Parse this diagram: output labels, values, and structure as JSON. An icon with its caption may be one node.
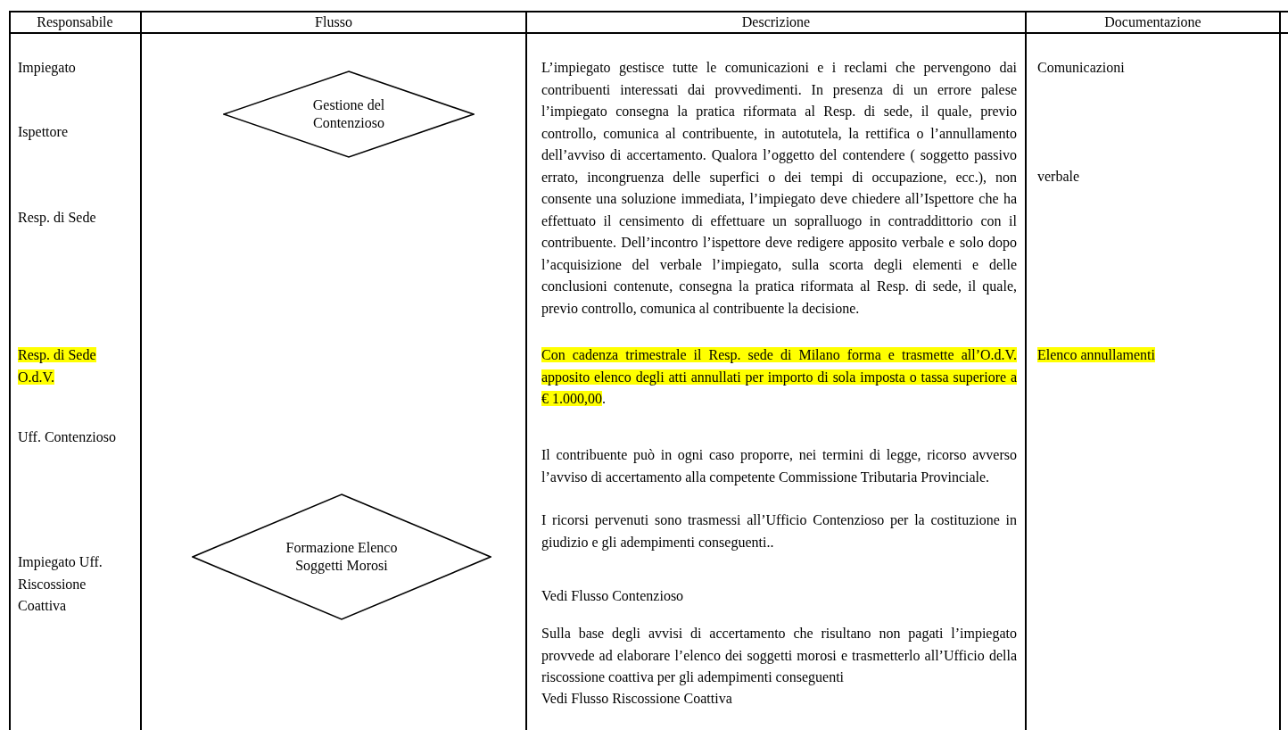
{
  "diagram": {
    "nodes": [
      {
        "text": [
          "Gestione del Contenzioso"
        ]
      },
      {
        "text": [
          "Formazione Elenco Soggetti Morosi"
        ]
      }
    ],
    "labels": [
      "Responsabile",
      "Flusso",
      "Descrizione",
      "Documentazione",
      "Impiegato",
      "L’impiegato gestisce tutte le comunicazioni e i reclami che pervengono dai contribuenti interessati dai provvedimenti. In presenza di un errore palese l’impiegato consegna la pratica riformata al Resp. di sede, il quale, previo controllo, comunica al contribuente, in autotutela, la rettifica o l’annullamento dell’avviso di accertamento. Qualora l’oggetto del contendere ( soggetto passivo errato, incongruenza delle superfici o dei tempi di occupazione, ecc.), non consente una soluzione immediata, l’impiegato deve chiedere all’Ispettore che ha effettuato il censimento di effettuare un sopralluogo in contraddittorio con il contribuente. Dell’incontro l’ispettore deve redigere apposito verbale e solo dopo l’acquisizione del verbale l’impiegato, sulla scorta degli elementi e delle conclusioni contenute, consegna la pratica riformata al Resp. di sede, il quale, previo controllo, comunica al contribuente la decisione.",
      "Comunicazioni",
      "Ispettore",
      "verbale",
      "Resp. di Sede",
      "Resp. di Sede O.d.V.",
      "Con cadenza trimestrale il Resp. sede di Milano forma e trasmette all’O.d.V. apposito elenco degli atti annullati per importo di sola imposta o tassa superiore a € 1.000,00",
      ".",
      "Elenco annullamenti",
      "Uff. Contenzioso",
      "Il contribuente può in ogni caso proporre, nei termini di legge, ricorso avverso l’avviso di accertamento alla competente Commissione Tributaria Provinciale.",
      "I ricorsi pervenuti sono trasmessi all’Ufficio Contenzioso per la costituzione in giudizio e gli adempimenti conseguenti..",
      "Impiegato Uff. Riscossione Coattiva",
      "Vedi Flusso Contenzioso",
      "Sulla base degli avvisi di accertamento che risultano non pagati l’impiegato provvede ad elaborare l’elenco dei soggetti morosi e trasmetterlo all’Ufficio della riscossione coattiva per gli adempimenti conseguenti",
      "Vedi Flusso Riscossione Coattiva"
    ]
  }
}
